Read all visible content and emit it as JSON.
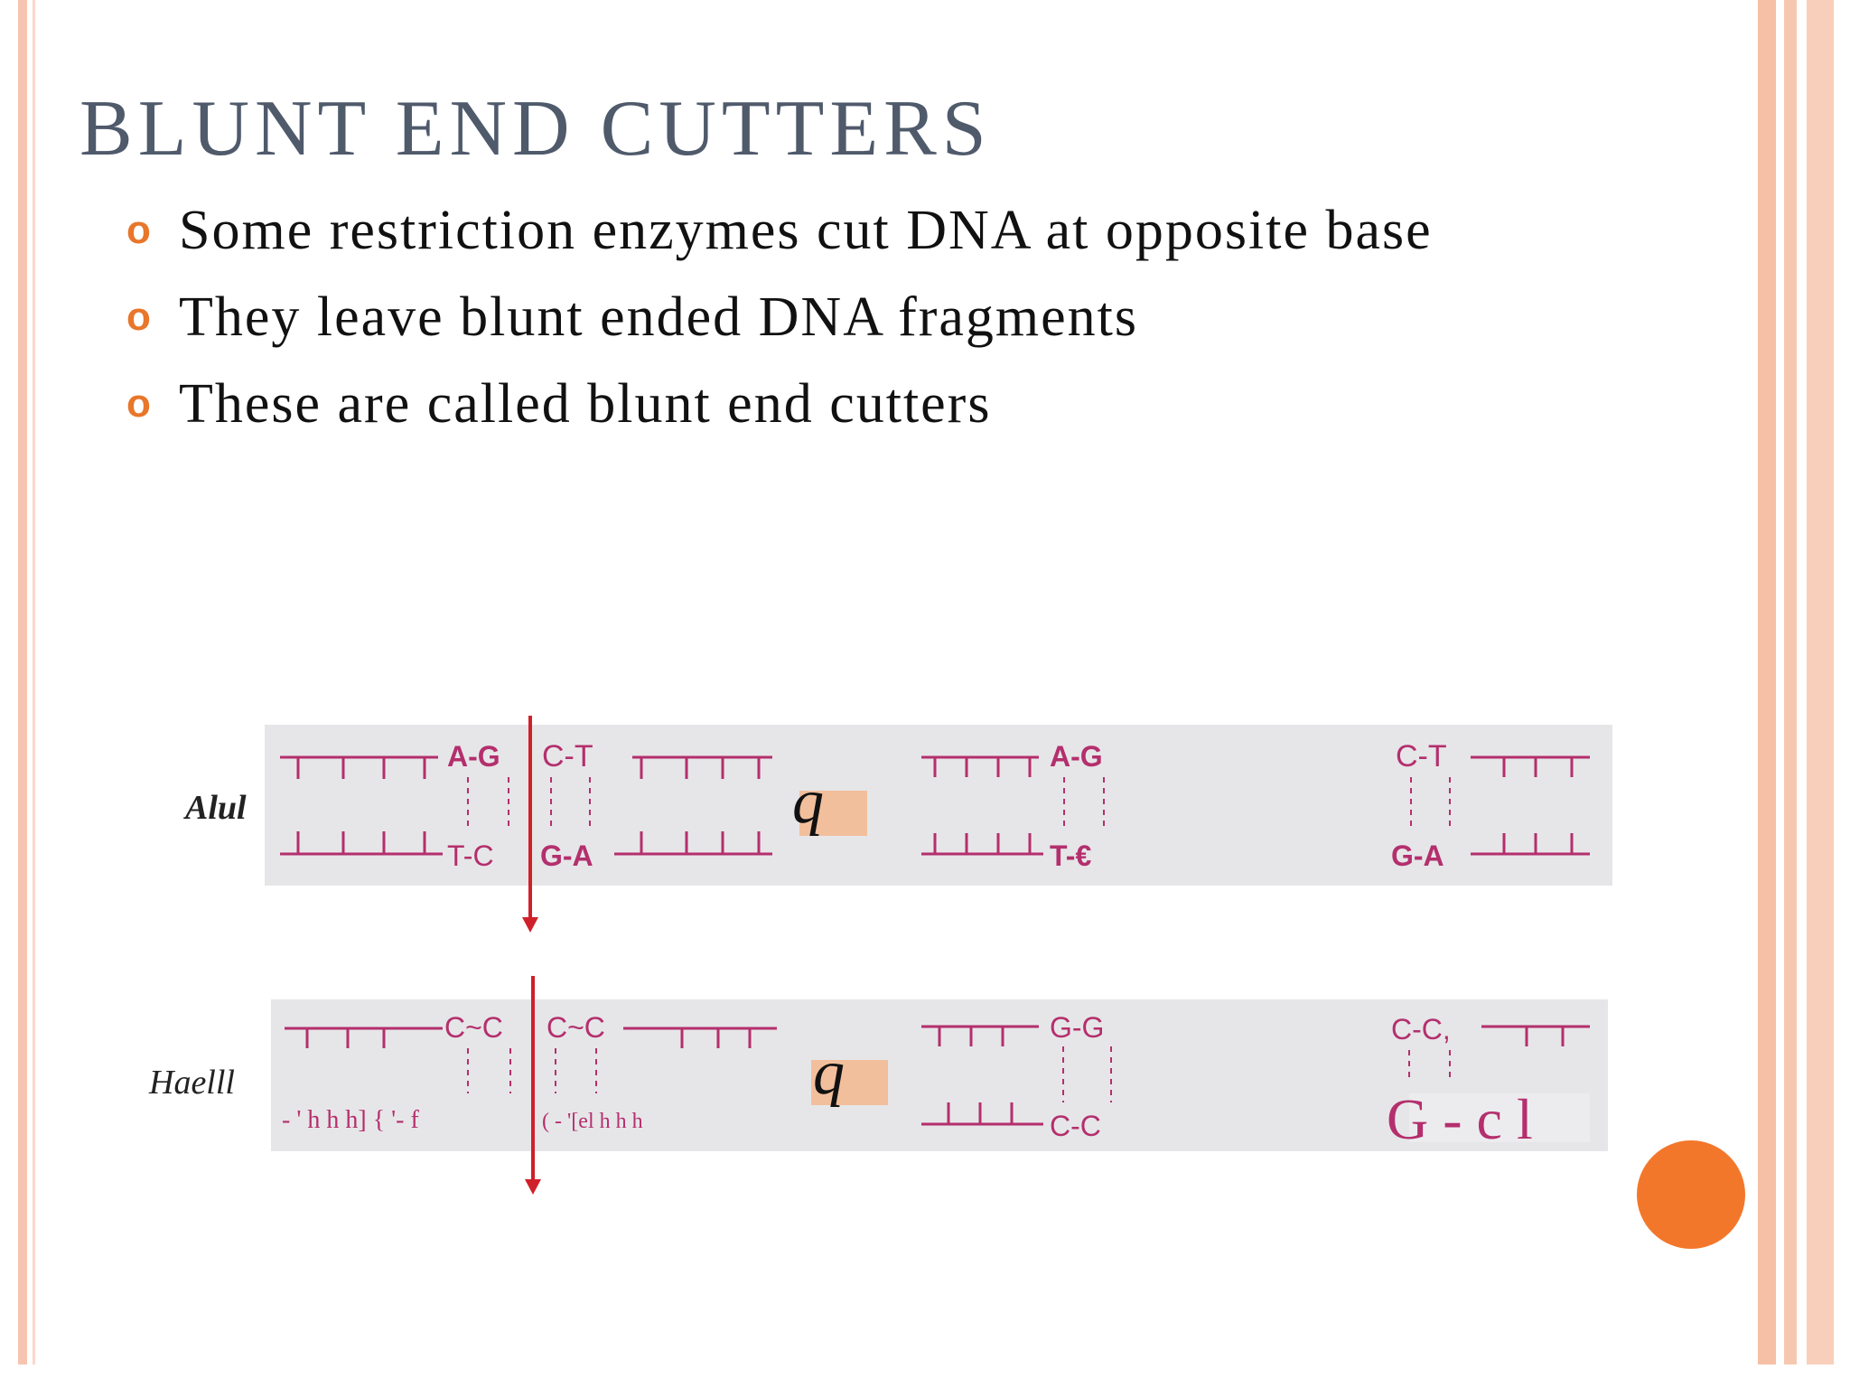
{
  "slide": {
    "title": "BLUNT  END CUTTERS",
    "bullets": [
      "Some restriction enzymes cut DNA at opposite base",
      "They leave  blunt ended DNA fragments",
      "These are called blunt end cutters"
    ],
    "bullet_marker": "o"
  },
  "figure": {
    "enzyme1": {
      "label": "Alul",
      "left_top": "A-G",
      "left_bottom": "T-C",
      "right_top": "C-T",
      "right_bottom": "G-A",
      "q": "q",
      "result_left_top": "A-G",
      "result_left_bottom": "T-€",
      "result_right_top": "C-T",
      "result_right_bottom": "G-A"
    },
    "enzyme2": {
      "label": "Haelll",
      "left_top": "C~C",
      "right_top": "C~C",
      "bottom_blur_left": "- ' h  h  h] { '- f",
      "bottom_blur_right": "( - '[el   h   h   h",
      "q": "q",
      "result_left_top": "G-G",
      "result_left_bottom": "C-C",
      "result_right_top": "C-C,",
      "result_right_bottom": "G - c l"
    }
  },
  "colors": {
    "accent_orange": "#f3772b",
    "dna_magenta": "#b42f6d",
    "cut_arrow_red": "#d0202a",
    "title_gray": "#4f5a6b",
    "panel_gray": "#e6e6e8",
    "highlight_peach": "#f2bf9c"
  }
}
